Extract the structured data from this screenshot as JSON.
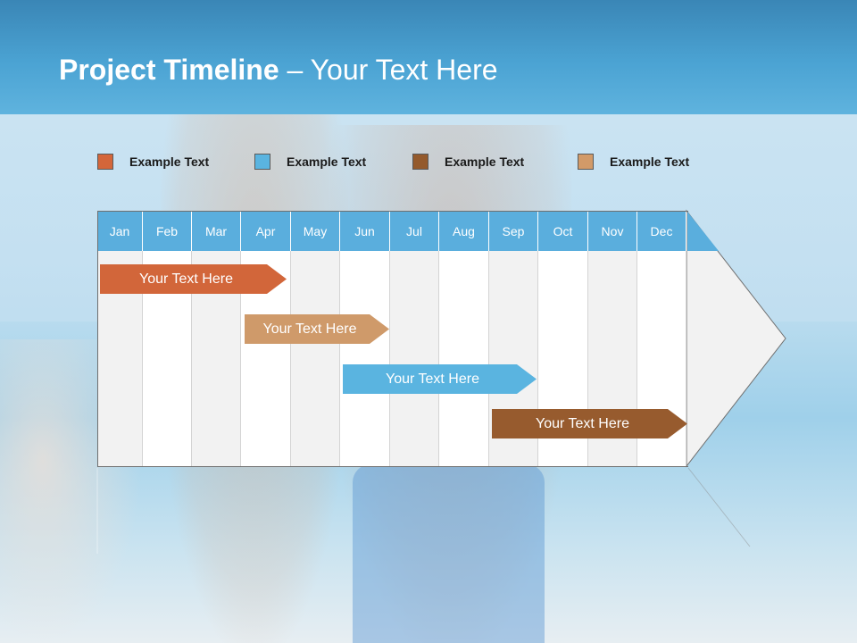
{
  "slide": {
    "title_bold": "Project Timeline",
    "title_rest": " – Your Text Here"
  },
  "legend": [
    {
      "label": "Example Text",
      "color": "#d4663a"
    },
    {
      "label": "Example Text",
      "color": "#5ab4e0"
    },
    {
      "label": "Example Text",
      "color": "#945a2c"
    },
    {
      "label": "Example Text",
      "color": "#d29a68"
    }
  ],
  "months": [
    "Jan",
    "Feb",
    "Mar",
    "Apr",
    "May",
    "Jun",
    "Jul",
    "Aug",
    "Sep",
    "Oct",
    "Nov",
    "Dec"
  ],
  "tasks": [
    {
      "label": "Your  Text Here",
      "color": "#d2663a"
    },
    {
      "label": "Your  Text Here",
      "color": "#cf9a6a"
    },
    {
      "label": "Your  Text Here",
      "color": "#5ab4e0"
    },
    {
      "label": "Your  Text Here",
      "color": "#975b2e"
    }
  ],
  "colors": {
    "header": "#4ba3d3",
    "month_header": "#5aaedd",
    "column_shade": "#f2f2f2",
    "column_plain": "#ffffff"
  }
}
